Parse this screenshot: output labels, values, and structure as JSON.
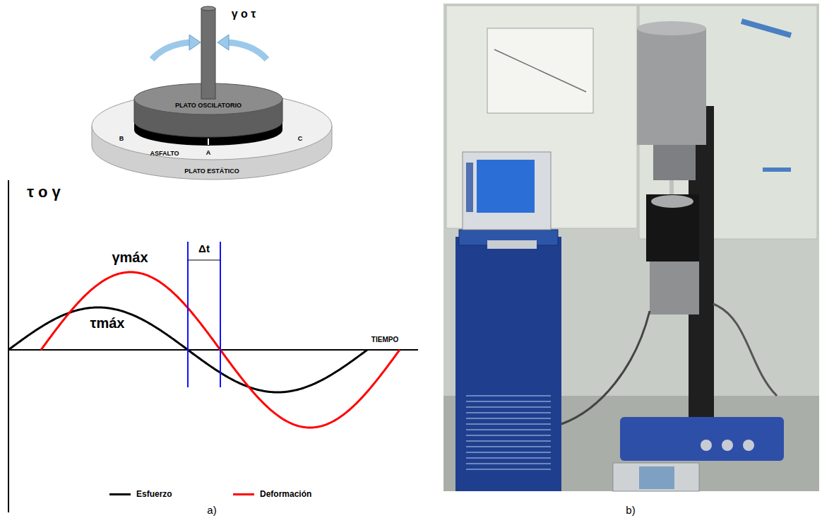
{
  "diagram": {
    "nodes": [
      {
        "text": [
          "PLATO OSCILATORIO"
        ]
      },
      {
        "text": [
          "ASFALTO"
        ]
      },
      {
        "text": [
          "PLATO ESTÁTICO"
        ]
      }
    ],
    "labels": [
      "γ o τ",
      "B",
      "A",
      "C",
      "τ o γ",
      "γmáx",
      "τmáx",
      "Δt",
      "TIEMPO",
      "a)",
      "b)"
    ],
    "legend": [
      {
        "text": "Esfuerzo",
        "color": "#000000"
      },
      {
        "text": "Deformación",
        "color": "#ff0000"
      }
    ]
  }
}
